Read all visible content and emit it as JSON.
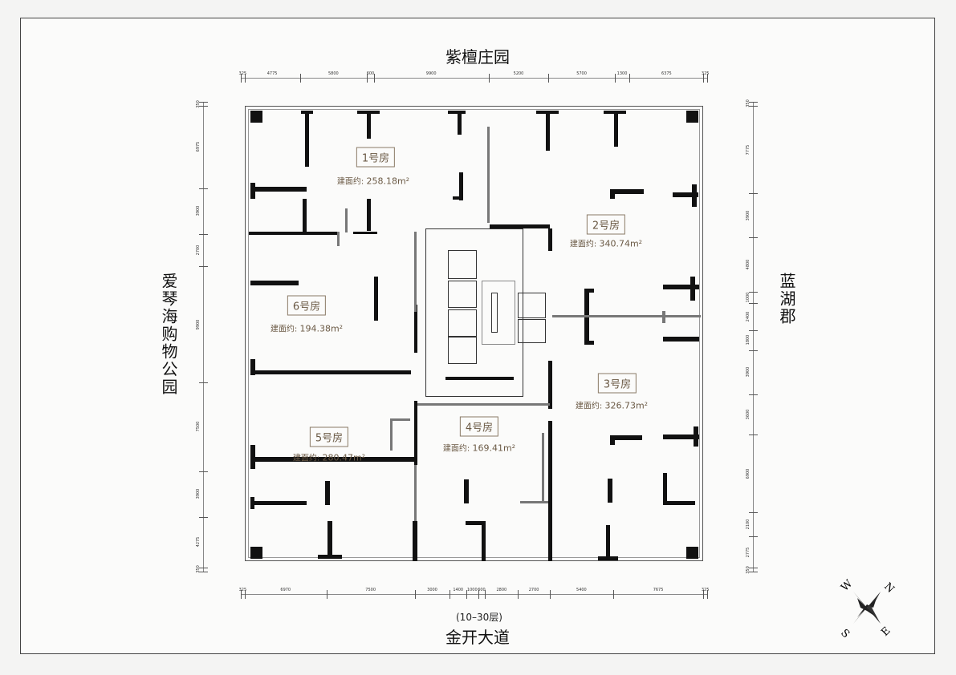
{
  "roads": {
    "north": "紫檀庄园",
    "west": "爱琴海购物公园",
    "east": "蓝湖郡",
    "south": "金开大道"
  },
  "floor_range": "(10–30层)",
  "rooms": [
    {
      "name": "1号房",
      "area_label": "建面约:",
      "area": "258.18m²"
    },
    {
      "name": "2号房",
      "area_label": "建面约:",
      "area": "340.74m²"
    },
    {
      "name": "3号房",
      "area_label": "建面约:",
      "area": "326.73m²"
    },
    {
      "name": "4号房",
      "area_label": "建面约:",
      "area": "169.41m²"
    },
    {
      "name": "5号房",
      "area_label": "建面约:",
      "area": "280.47m²"
    },
    {
      "name": "6号房",
      "area_label": "建面约:",
      "area": "194.38m²"
    }
  ],
  "dimensions": {
    "top": [
      "325",
      "4775",
      "5800",
      "600",
      "9900",
      "5200",
      "5700",
      "1300",
      "6375",
      "325"
    ],
    "bottom": [
      "325",
      "6970",
      "7500",
      "3000",
      "1400",
      "1000",
      "600",
      "2800",
      "2700",
      "5400",
      "7675",
      "325"
    ],
    "left": [
      "350",
      "6975",
      "3900",
      "2700",
      "9900",
      "7500",
      "3900",
      "4275",
      "350"
    ],
    "right": [
      "350",
      "7775",
      "3900",
      "4800",
      "1000",
      "2400",
      "1800",
      "3900",
      "3600",
      "6900",
      "2100",
      "2775",
      "350"
    ]
  },
  "compass": {
    "n": "N",
    "e": "E",
    "s": "S",
    "w": "W"
  }
}
